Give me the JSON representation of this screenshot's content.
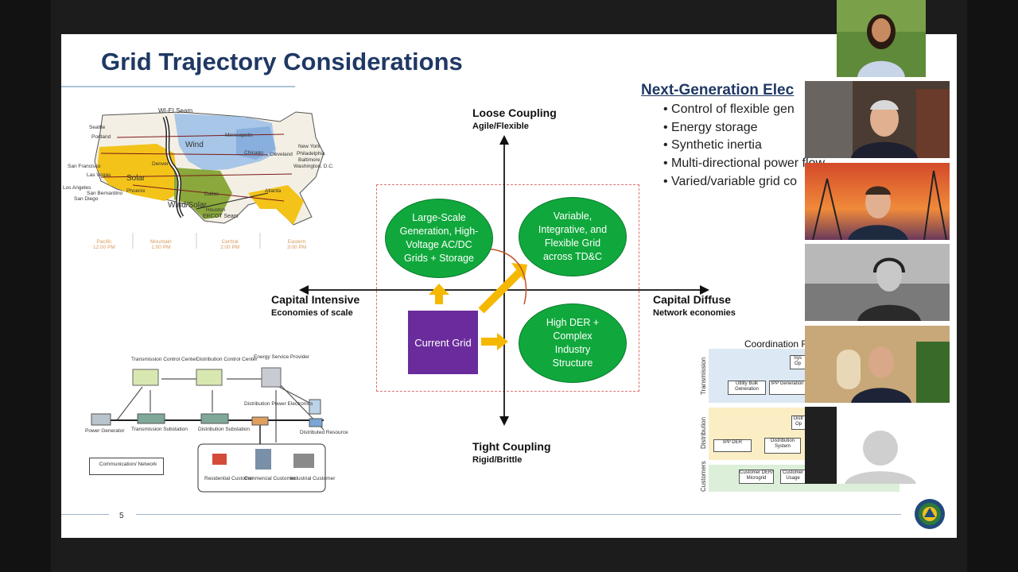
{
  "slide": {
    "title": "Grid Trajectory Considerations",
    "page_number": "5",
    "quadrant": {
      "top_label": "Loose Coupling",
      "top_sub": "Agile/Flexible",
      "bottom_label": "Tight Coupling",
      "bottom_sub": "Rigid/Brittle",
      "left_label": "Capital Intensive",
      "left_sub": "Economies of scale",
      "right_label": "Capital Diffuse",
      "right_sub": "Network economies",
      "current": "Current Grid",
      "ellipses": {
        "top_left": "Large-Scale Generation, High-Voltage AC/DC Grids + Storage",
        "top_right": "Variable, Integrative, and Flexible Grid across TD&C",
        "bottom_right": "High DER + Complex Industry Structure"
      }
    },
    "bullets": {
      "heading": "Next-Generation Elec",
      "items": [
        "• Control of flexible gen",
        "• Energy storage",
        "• Synthetic inertia",
        "• Multi-directional power flow",
        "• Varied/variable grid co"
      ]
    },
    "map": {
      "seam_top": "WI-EI Seam",
      "wind": "Wind",
      "solar": "Solar",
      "wind_solar": "Wind/Solar",
      "ercot": "ERCOT Seam",
      "cities": [
        "Seattle",
        "Portland",
        "San Francisco",
        "Las Vegas",
        "Los Angeles",
        "San Bernardino",
        "San Diego",
        "Phoenix",
        "Denver",
        "Minneapolis",
        "Chicago",
        "Cleveland",
        "New York",
        "Philadelphia",
        "Baltimore",
        "Washington, D.C.",
        "Atlanta",
        "Houston",
        "Dallas"
      ],
      "timezones": [
        {
          "zone": "Pacific",
          "time": "12:00 PM"
        },
        {
          "zone": "Mountain",
          "time": "1:00 PM"
        },
        {
          "zone": "Central",
          "time": "2:00 PM"
        },
        {
          "zone": "Eastern",
          "time": "3:00 PM"
        }
      ]
    },
    "network": {
      "nodes": {
        "tcc": "Transmission Control Center",
        "dcc": "Distribution Control Center",
        "esp": "Energy Service Provider",
        "power_gen": "Power Generator",
        "trans_sub": "Transmission Substation",
        "dist_sub": "Distribution Substation",
        "dpe": "Distribution Power Electronics",
        "dist_res": "Distributed Resource",
        "res": "Residential Customer",
        "com": "Commercial Customer",
        "ind": "Industrial Customer"
      },
      "legend": "Communication/ Network"
    },
    "coordination": {
      "title": "Coordination F",
      "bands": [
        "Transmission",
        "Distribution",
        "Customers"
      ],
      "boxes": {
        "sys_op": "Sys Op",
        "utility_bulk": "Utility Bulk Generation",
        "ipp_gen": "IPP Generation",
        "dist_op": "Distr Op",
        "ipp_der": "IPP DER",
        "dist_sys": "Distribution System",
        "cust_der": "Customer DER/ Microgrid",
        "cust_usage": "Customer Usage"
      }
    }
  },
  "colors": {
    "title": "#1f3864",
    "ellipse_green": "#10a83c",
    "current_purple": "#6a2c9c",
    "arrow_yellow": "#f5b800",
    "dashed_box": "#e07070"
  }
}
